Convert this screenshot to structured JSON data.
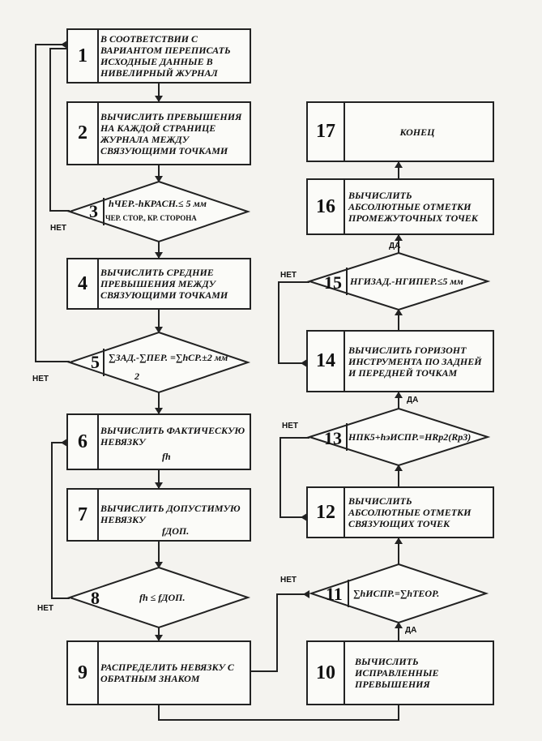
{
  "blocks": [
    {
      "num": "1",
      "text": "В СООТВЕТСТВИИ С\nВАРИАНТОМ ПЕРЕПИСАТЬ\nИСХОДНЫЕ ДАННЫЕ В\nНИВЕЛИРНЫЙ ЖУРНАЛ"
    },
    {
      "num": "2",
      "text": "ВЫЧИСЛИТЬ ПРЕВЫШЕНИЯ\nНА КАЖДОЙ СТРАНИЦЕ\nЖУРНАЛА МЕЖДУ\nСВЯЗУЮЩИМИ ТОЧКАМИ"
    },
    {
      "num": "3",
      "text": "hЧЕР.-hКРАСН.≤ 5 мм",
      "subtext": "ЧЕР. СТОР., КР. СТОРОНА"
    },
    {
      "num": "4",
      "text": "ВЫЧИСЛИТЬ СРЕДНИЕ\nПРЕВЫШЕНИЯ МЕЖДУ\nСВЯЗУЮЩИМИ ТОЧКАМИ"
    },
    {
      "num": "5",
      "text": "∑ЗАД.-∑ПЕР. =∑hСР.±2 мм",
      "subtext": "2"
    },
    {
      "num": "6",
      "text": "ВЫЧИСЛИТЬ ФАКТИЧЕСКУЮ\nНЕВЯЗКУ",
      "subtext": "fh"
    },
    {
      "num": "7",
      "text": "ВЫЧИСЛИТЬ ДОПУСТИМУЮ\nНЕВЯЗКУ",
      "subtext": "fДОП."
    },
    {
      "num": "8",
      "text": "fh ≤ fДОП."
    },
    {
      "num": "9",
      "text": "РАСПРЕДЕЛИТЬ НЕВЯЗКУ С\nОБРАТНЫМ ЗНАКОМ"
    },
    {
      "num": "10",
      "text": "ВЫЧИСЛИТЬ\nИСПРАВЛЕННЫЕ\nПРЕВЫШЕНИЯ"
    },
    {
      "num": "11",
      "text": "∑hИСПР.=∑hТЕОР."
    },
    {
      "num": "12",
      "text": "ВЫЧИСЛИТЬ\nАБСОЛЮТНЫЕ ОТМЕТКИ\nСВЯЗУЮЩИХ ТОЧЕК"
    },
    {
      "num": "13",
      "text": "HПК5+hэИСПР.=HRp2(Rp3)"
    },
    {
      "num": "14",
      "text": "ВЫЧИСЛИТЬ ГОРИЗОНТ\nИНСТРУМЕНТА ПО ЗАДНЕЙ\nИ ПЕРЕДНЕЙ ТОЧКАМ"
    },
    {
      "num": "15",
      "text": "HГИЗАД.-HГИПЕР.≤5 мм"
    },
    {
      "num": "16",
      "text": "ВЫЧИСЛИТЬ\nАБСОЛЮТНЫЕ ОТМЕТКИ\nПРОМЕЖУТОЧНЫХ ТОЧЕК"
    },
    {
      "num": "17",
      "text": "КОНЕЦ"
    }
  ],
  "labels": {
    "no": "НЕТ",
    "yes": "ДА"
  }
}
